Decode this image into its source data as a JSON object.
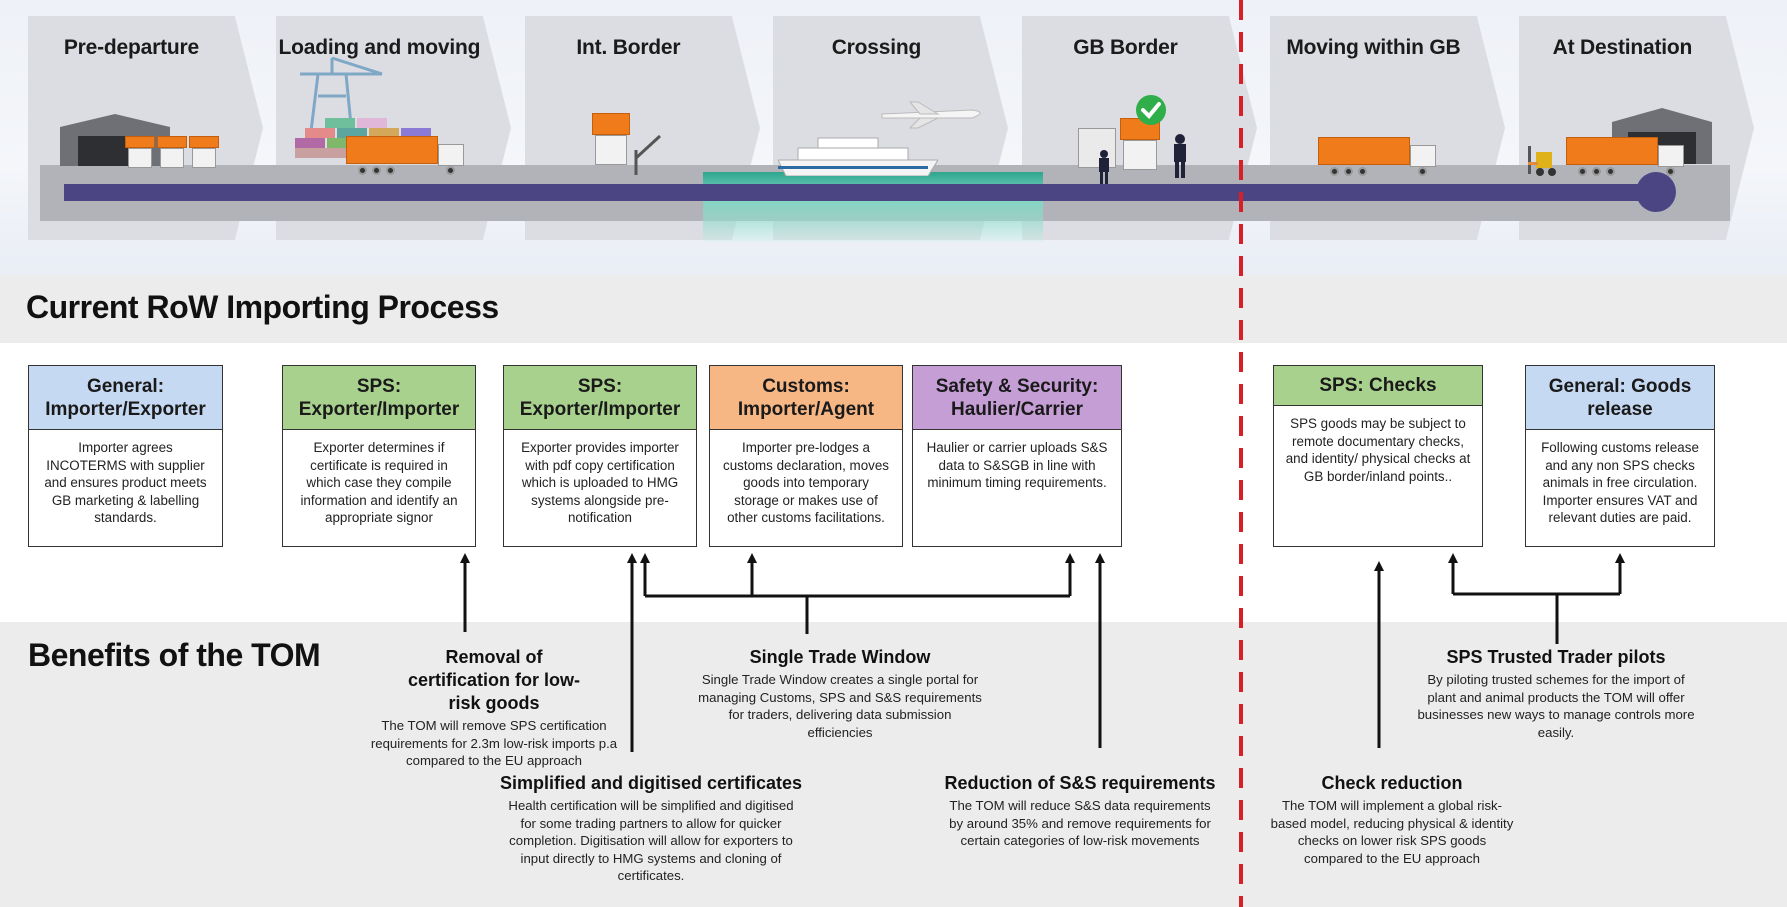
{
  "stages": [
    {
      "label": "Pre-departure"
    },
    {
      "label": "Loading and moving"
    },
    {
      "label": "Int. Border"
    },
    {
      "label": "Crossing"
    },
    {
      "label": "GB Border"
    },
    {
      "label": "Moving within GB"
    },
    {
      "label": "At Destination"
    }
  ],
  "sections": {
    "current": "Current RoW Importing Process",
    "benefits": "Benefits of the TOM"
  },
  "process_boxes": [
    {
      "title": "General: Importer/Exporter",
      "color": "#c6d9f2",
      "text": "Importer agrees INCOTERMS with supplier and ensures product meets GB marketing & labelling standards."
    },
    {
      "title": "SPS: Exporter/Importer",
      "color": "#a9d18e",
      "text": "Exporter determines if certificate is required in which case they compile information and identify an appropriate signor"
    },
    {
      "title": "SPS: Exporter/Importer",
      "color": "#a9d18e",
      "text": "Exporter provides importer with pdf copy certification which is uploaded to HMG systems alongside pre-notification"
    },
    {
      "title": "Customs: Importer/Agent",
      "color": "#f7b785",
      "text": "Importer pre-lodges a customs declaration, moves goods into temporary storage or makes use of other customs facilitations."
    },
    {
      "title": "Safety & Security: Haulier/Carrier",
      "color": "#c59ed6",
      "text": "Haulier or carrier uploads S&S data to S&SGB in line with minimum timing requirements."
    },
    {
      "title": "SPS: Checks",
      "color": "#a9d18e",
      "text": "SPS goods may be subject to remote documentary checks, and identity/ physical checks at GB border/inland points.."
    },
    {
      "title": "General: Goods release",
      "color": "#c6d9f2",
      "text": "Following customs release and any non SPS checks animals in free circulation. Importer ensures VAT and relevant duties are paid."
    }
  ],
  "benefits": [
    {
      "title": "Removal of certification for low-risk goods",
      "text": "The TOM will remove SPS certification requirements for 2.3m low-risk imports p.a compared to the EU approach"
    },
    {
      "title": "Single Trade Window",
      "text": "Single Trade Window creates a single portal for managing Customs, SPS and S&S requirements for traders, delivering data submission efficiencies"
    },
    {
      "title": "Simplified and digitised certificates",
      "text": "Health certification will be simplified and digitised for some trading partners  to allow for quicker completion. Digitisation will allow for exporters to input directly to HMG systems and cloning of certificates."
    },
    {
      "title": "Reduction of S&S requirements",
      "text": "The TOM will reduce S&S data requirements by around 35% and remove requirements for certain categories of low-risk movements"
    },
    {
      "title": "SPS Trusted Trader pilots",
      "text": "By piloting trusted schemes for the import of plant and animal products the TOM will offer businesses new ways to manage controls more easily."
    },
    {
      "title": "Check reduction",
      "text": "The TOM will implement a global risk-based model, reducing physical & identity checks on lower risk SPS goods compared to the EU approach"
    }
  ],
  "colors": {
    "route": "#4c4583",
    "divider": "#d61f26",
    "truck_box": "#ef7b1a",
    "band_grey": "#ececec"
  },
  "icons": [
    "warehouse-icon",
    "truck-icon",
    "port-crane-icon",
    "ship-icon",
    "airplane-icon",
    "checkmark-icon",
    "forklift-icon",
    "officer-icon"
  ]
}
